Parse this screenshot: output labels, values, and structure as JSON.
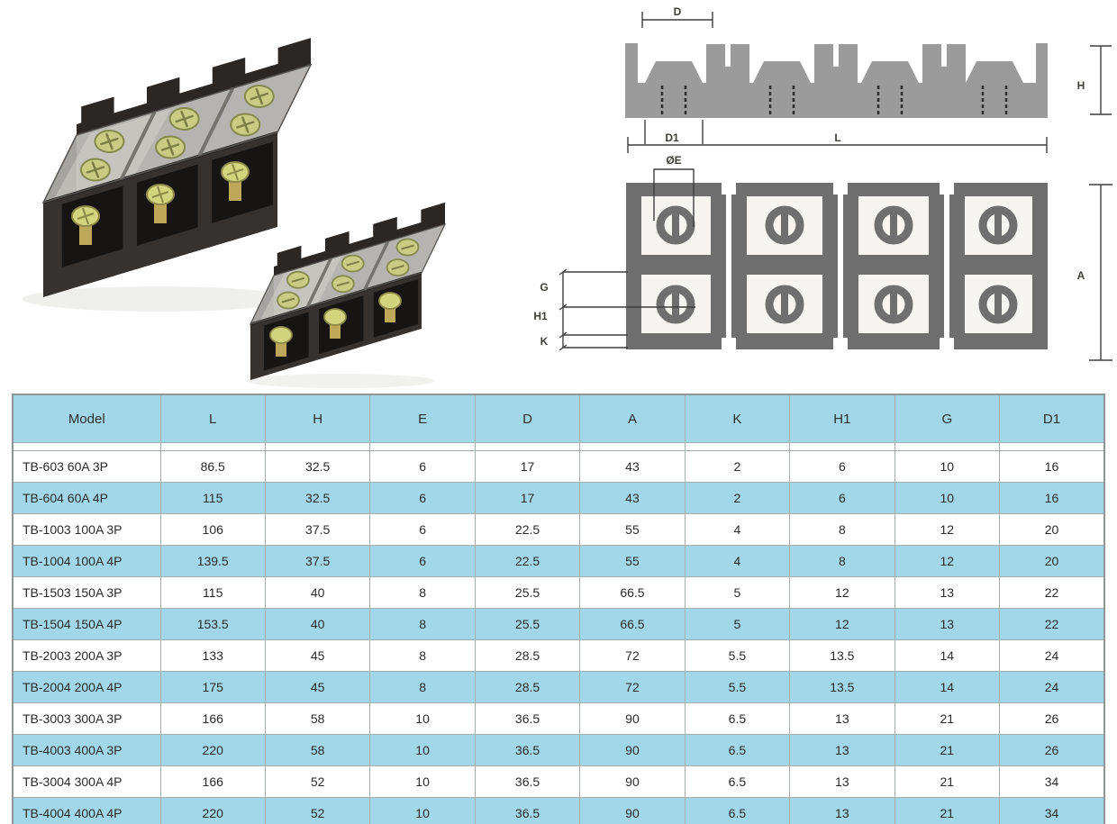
{
  "photo": {
    "items": [
      "terminal-block-3pole-large",
      "terminal-block-3pole-small"
    ]
  },
  "diagram": {
    "side_view_labels": {
      "D": "D",
      "H": "H",
      "D1": "D1",
      "L": "L"
    },
    "top_view_labels": {
      "E_diameter": "ØE",
      "A": "A",
      "G": "G",
      "H1": "H1",
      "K": "K"
    }
  },
  "table": {
    "columns": [
      "Model",
      "L",
      "H",
      "E",
      "D",
      "A",
      "K",
      "H1",
      "G",
      "D1"
    ],
    "rows": [
      [
        "TB-603 60A 3P",
        "86.5",
        "32.5",
        "6",
        "17",
        "43",
        "2",
        "6",
        "10",
        "16"
      ],
      [
        "TB-604 60A 4P",
        "115",
        "32.5",
        "6",
        "17",
        "43",
        "2",
        "6",
        "10",
        "16"
      ],
      [
        "TB-1003 100A 3P",
        "106",
        "37.5",
        "6",
        "22.5",
        "55",
        "4",
        "8",
        "12",
        "20"
      ],
      [
        "TB-1004 100A 4P",
        "139.5",
        "37.5",
        "6",
        "22.5",
        "55",
        "4",
        "8",
        "12",
        "20"
      ],
      [
        "TB-1503 150A 3P",
        "115",
        "40",
        "8",
        "25.5",
        "66.5",
        "5",
        "12",
        "13",
        "22"
      ],
      [
        "TB-1504 150A 4P",
        "153.5",
        "40",
        "8",
        "25.5",
        "66.5",
        "5",
        "12",
        "13",
        "22"
      ],
      [
        "TB-2003 200A 3P",
        "133",
        "45",
        "8",
        "28.5",
        "72",
        "5.5",
        "13.5",
        "14",
        "24"
      ],
      [
        "TB-2004 200A 4P",
        "175",
        "45",
        "8",
        "28.5",
        "72",
        "5.5",
        "13.5",
        "14",
        "24"
      ],
      [
        "TB-3003 300A 3P",
        "166",
        "58",
        "10",
        "36.5",
        "90",
        "6.5",
        "13",
        "21",
        "26"
      ],
      [
        "TB-4003 400A 3P",
        "220",
        "58",
        "10",
        "36.5",
        "90",
        "6.5",
        "13",
        "21",
        "26"
      ],
      [
        "TB-3004 300A 4P",
        "166",
        "52",
        "10",
        "36.5",
        "90",
        "6.5",
        "13",
        "21",
        "34"
      ],
      [
        "TB-4004 400A 4P",
        "220",
        "52",
        "10",
        "36.5",
        "90",
        "6.5",
        "13",
        "21",
        "34"
      ]
    ]
  },
  "colors": {
    "table_stripe": "#a2d7ea",
    "table_header": "#a2d7ea",
    "table_border": "#a6adad",
    "drawing_side_gray": "#9b9b9b",
    "drawing_top_gray": "#6f6f6f",
    "block_body": "#2e2b28",
    "screw_brass": "#c9cc83"
  }
}
